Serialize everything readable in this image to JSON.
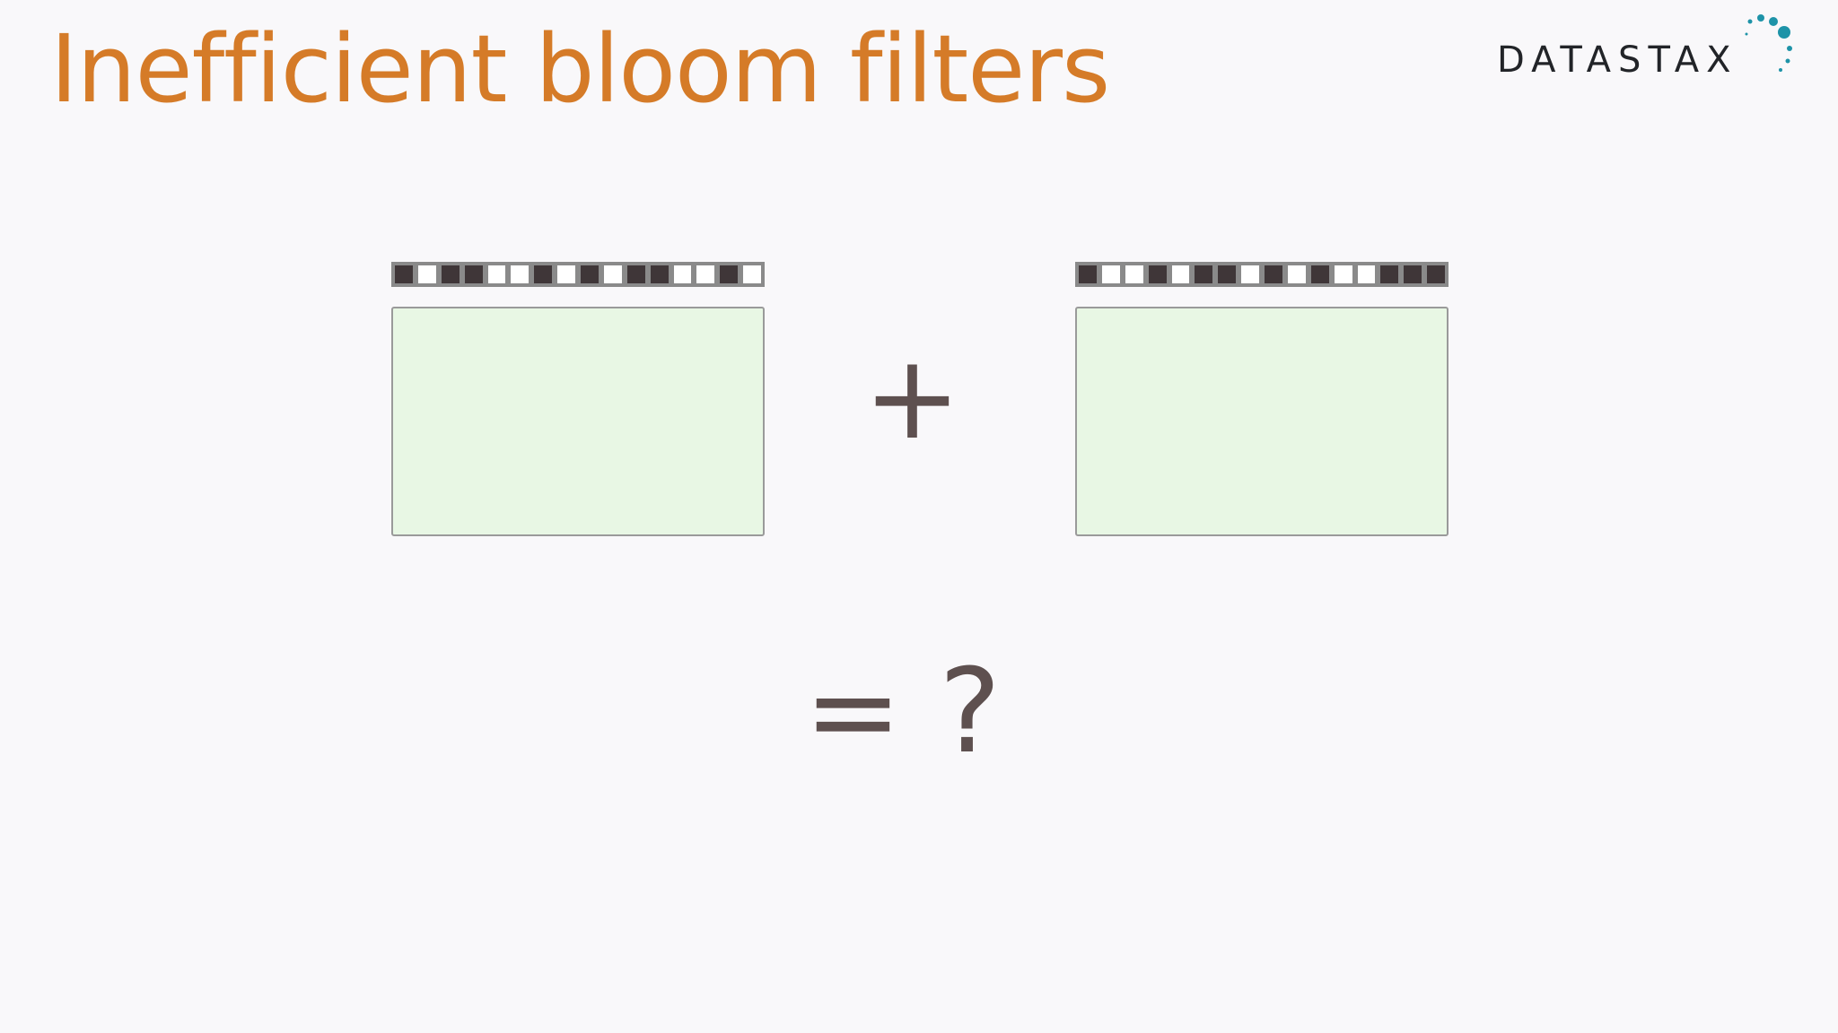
{
  "slide": {
    "title": "Inefficient bloom filters",
    "logo_text": "DATASTAX",
    "plus_symbol": "+",
    "result_text": "= ?"
  },
  "colors": {
    "title": "#d57b28",
    "bit_on": "#3f3638",
    "bit_off": "#ffffff",
    "table_fill": "#e8f7e4",
    "operator": "#5e504f",
    "logo_accent": "#1e93a8"
  },
  "icons": {
    "logo_mark": "datastax-dots-icon"
  },
  "bloom_filters": [
    {
      "bits": [
        1,
        0,
        1,
        1,
        0,
        0,
        1,
        0,
        1,
        0,
        1,
        1,
        0,
        0,
        1,
        0
      ]
    },
    {
      "bits": [
        1,
        0,
        0,
        1,
        0,
        1,
        1,
        0,
        1,
        0,
        1,
        0,
        0,
        1,
        1,
        1
      ]
    }
  ]
}
